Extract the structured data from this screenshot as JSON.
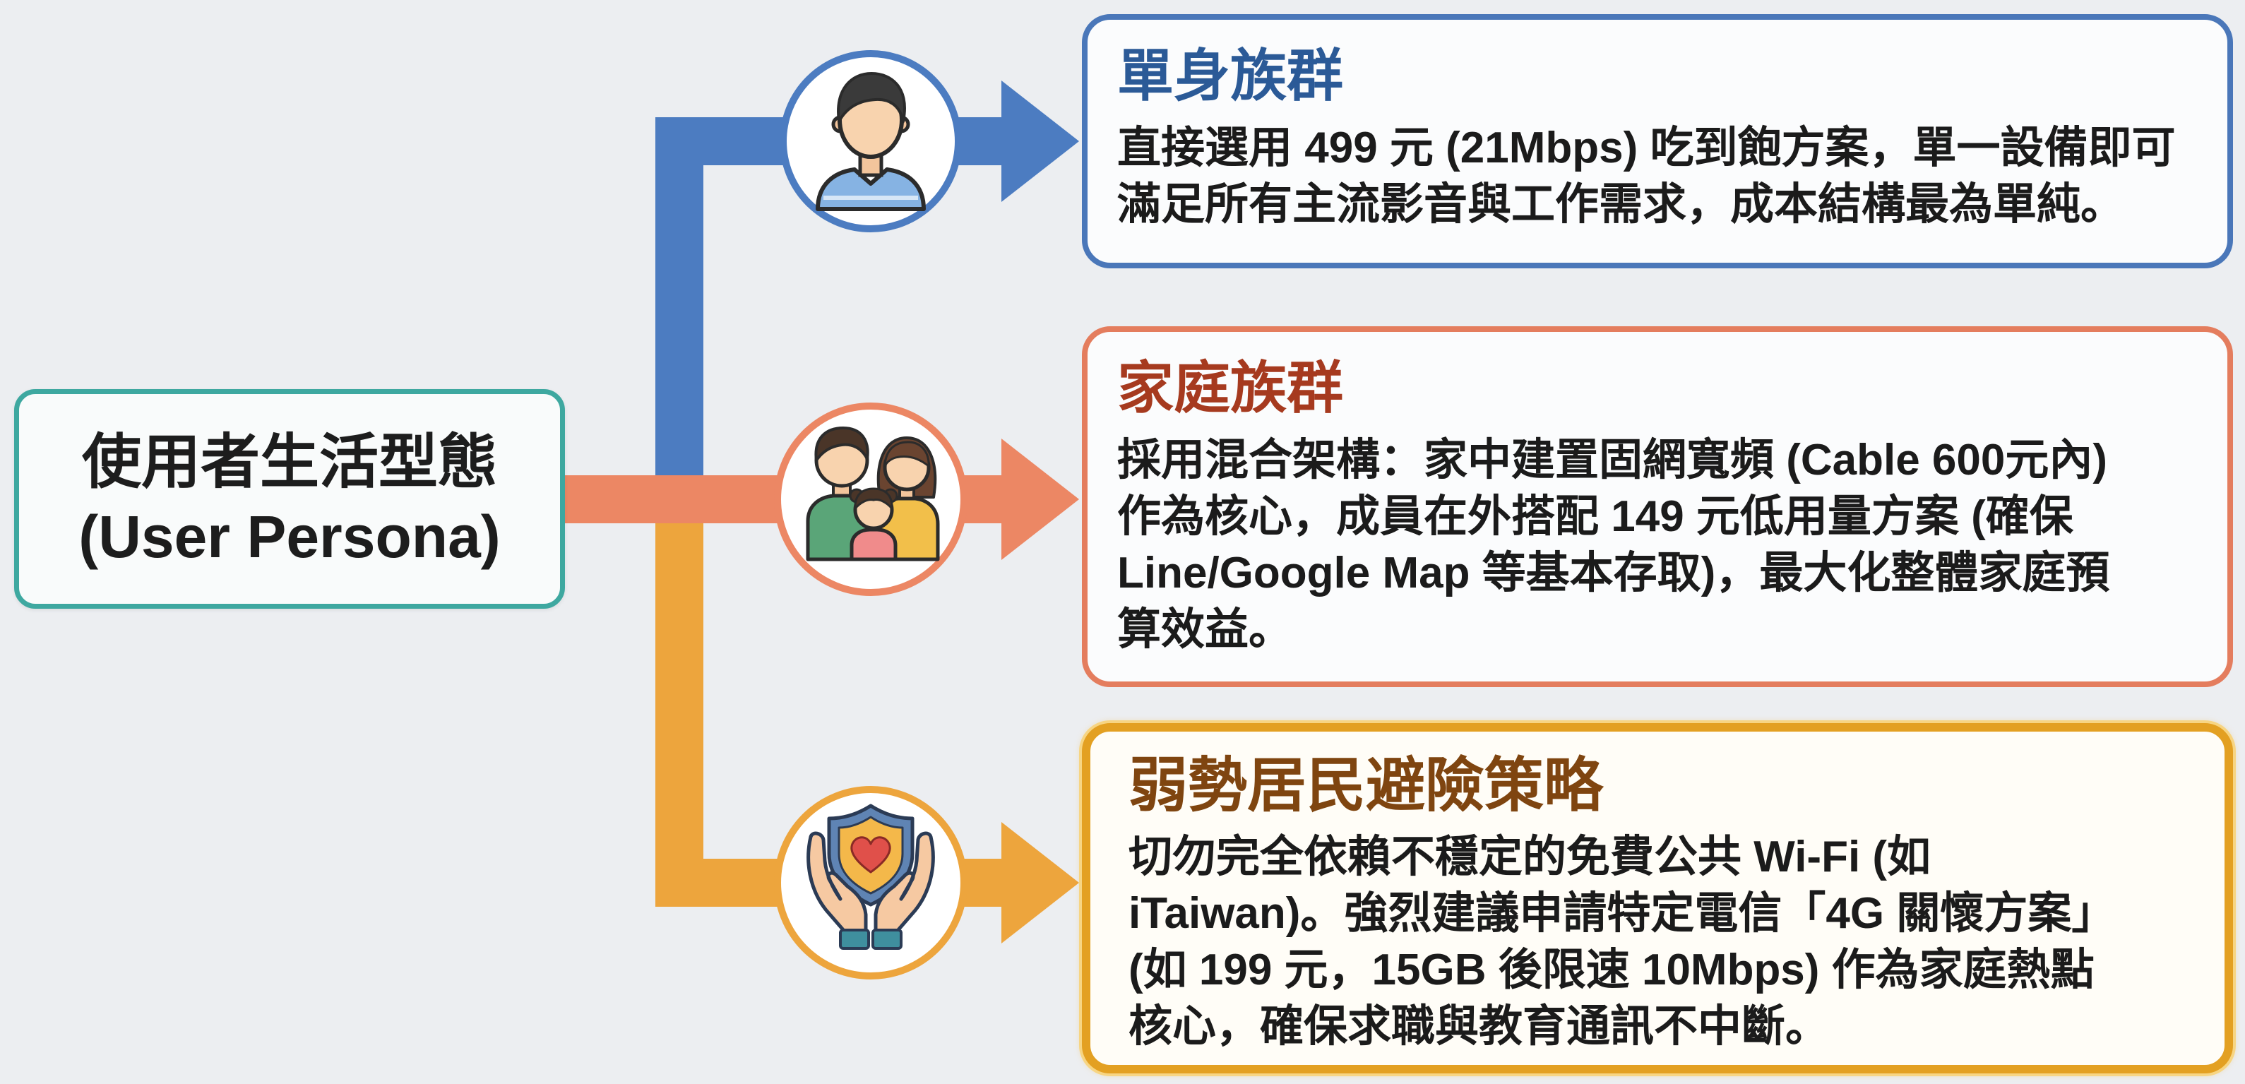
{
  "persona": {
    "line1": "使用者生活型態",
    "line2": "(User Persona)"
  },
  "groups": [
    {
      "id": "single",
      "title": "單身族群",
      "icon": "single-person-icon",
      "lines": [
        "直接選用 499 元 (21Mbps) 吃到飽方案，單一設備即可",
        "滿足所有主流影音與工作需求，成本結構最為單純。"
      ]
    },
    {
      "id": "family",
      "title": "家庭族群",
      "icon": "family-icon",
      "lines": [
        "採用混合架構：家中建置固網寬頻 (Cable 600元內)",
        "作為核心，成員在外搭配 149 元低用量方案 (確保",
        "Line/Google Map 等基本存取)，最大化整體家庭預",
        "算效益。"
      ]
    },
    {
      "id": "vulnerable",
      "title": "弱勢居民避險策略",
      "icon": "hands-holding-shield-heart-icon",
      "lines": [
        "切勿完全依賴不穩定的免費公共 Wi-Fi (如",
        "iTaiwan)。強烈建議申請特定電信「4G 關懷方案」",
        "(如 199 元，15GB 後限速 10Mbps) 作為家庭熱點",
        "核心，確保求職與教育通訊不中斷。"
      ]
    }
  ],
  "colors": {
    "background": "#eceef1",
    "persona_border": "#3ea8a0",
    "single_accent": "#4c7cc1",
    "single_border": "#4a77b9",
    "single_title": "#2b5a97",
    "family_accent": "#ec8764",
    "family_border": "#e47d5e",
    "family_title": "#a63a1f",
    "vulnerable_accent": "#eda53d",
    "vulnerable_border": "#e3a022",
    "vulnerable_title": "#7f4510",
    "body_text": "#1b1b1b"
  }
}
